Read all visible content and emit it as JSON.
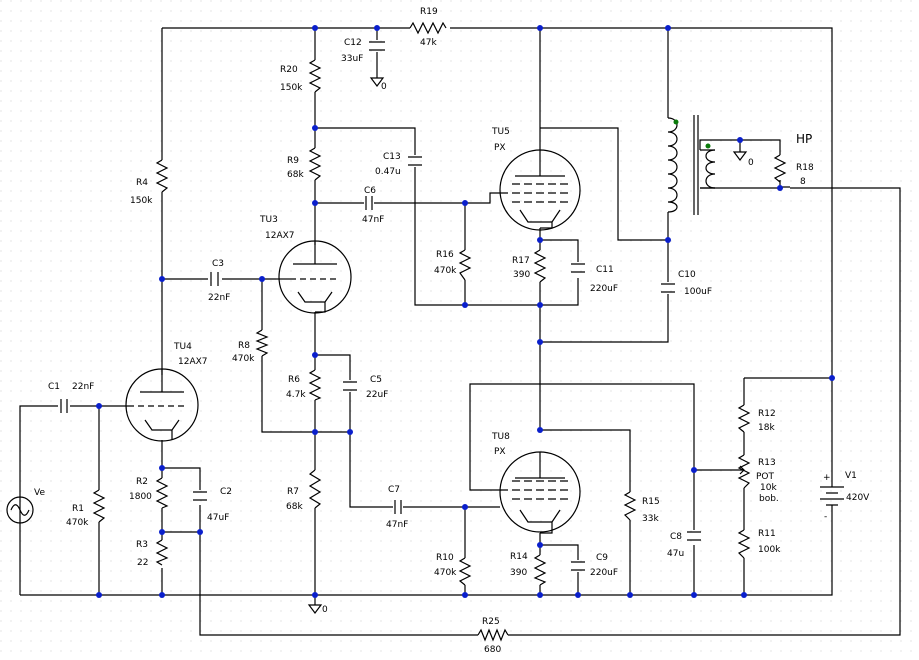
{
  "schematic": {
    "components": {
      "R19": {
        "ref": "R19",
        "val": "47k"
      },
      "C12": {
        "ref": "C12",
        "val": "33uF"
      },
      "R20": {
        "ref": "R20",
        "val": "150k"
      },
      "R9": {
        "ref": "R9",
        "val": "68k"
      },
      "C13": {
        "ref": "C13",
        "val": "0.47u"
      },
      "C6": {
        "ref": "C6",
        "val": "47nF"
      },
      "TU3": {
        "ref": "TU3",
        "val": "12AX7"
      },
      "R4": {
        "ref": "R4",
        "val": "150k"
      },
      "C3": {
        "ref": "C3",
        "val": "22nF"
      },
      "R8": {
        "ref": "R8",
        "val": "470k"
      },
      "R6": {
        "ref": "R6",
        "val": "4.7k"
      },
      "C5": {
        "ref": "C5",
        "val": "22uF"
      },
      "TU4": {
        "ref": "TU4",
        "val": "12AX7"
      },
      "C1": {
        "ref": "C1",
        "val": "22nF"
      },
      "R1": {
        "ref": "R1",
        "val": "470k"
      },
      "R2": {
        "ref": "R2",
        "val": "1800"
      },
      "C2": {
        "ref": "C2",
        "val": "47uF"
      },
      "R3": {
        "ref": "R3",
        "val": "22"
      },
      "R7": {
        "ref": "R7",
        "val": "68k"
      },
      "C7": {
        "ref": "C7",
        "val": "47nF"
      },
      "TU5": {
        "ref": "TU5",
        "val": "PX"
      },
      "R16": {
        "ref": "R16",
        "val": "470k"
      },
      "R17": {
        "ref": "R17",
        "val": "390"
      },
      "C11": {
        "ref": "C11",
        "val": "220uF"
      },
      "C10": {
        "ref": "C10",
        "val": "100uF"
      },
      "TU8": {
        "ref": "TU8",
        "val": "PX"
      },
      "R10": {
        "ref": "R10",
        "val": "470k"
      },
      "R14": {
        "ref": "R14",
        "val": "390"
      },
      "C9": {
        "ref": "C9",
        "val": "220uF"
      },
      "R15": {
        "ref": "R15",
        "val": "33k"
      },
      "C8": {
        "ref": "C8",
        "val": "47u"
      },
      "R12": {
        "ref": "R12",
        "val": "18k"
      },
      "R13": {
        "ref": "R13",
        "val": "POT",
        "val2": "10k",
        "val3": "bob."
      },
      "R11": {
        "ref": "R11",
        "val": "100k"
      },
      "V1": {
        "ref": "V1",
        "val": "420V"
      },
      "R18": {
        "ref": "R18",
        "val": "8"
      },
      "R25": {
        "ref": "R25",
        "val": "680"
      },
      "Ve": {
        "ref": "Ve"
      }
    },
    "hp_label": "HP",
    "gnd_labels": {
      "g1": "0",
      "g2": "0",
      "g3": "0"
    },
    "polarity": {
      "plus": "+",
      "minus": "-"
    }
  }
}
